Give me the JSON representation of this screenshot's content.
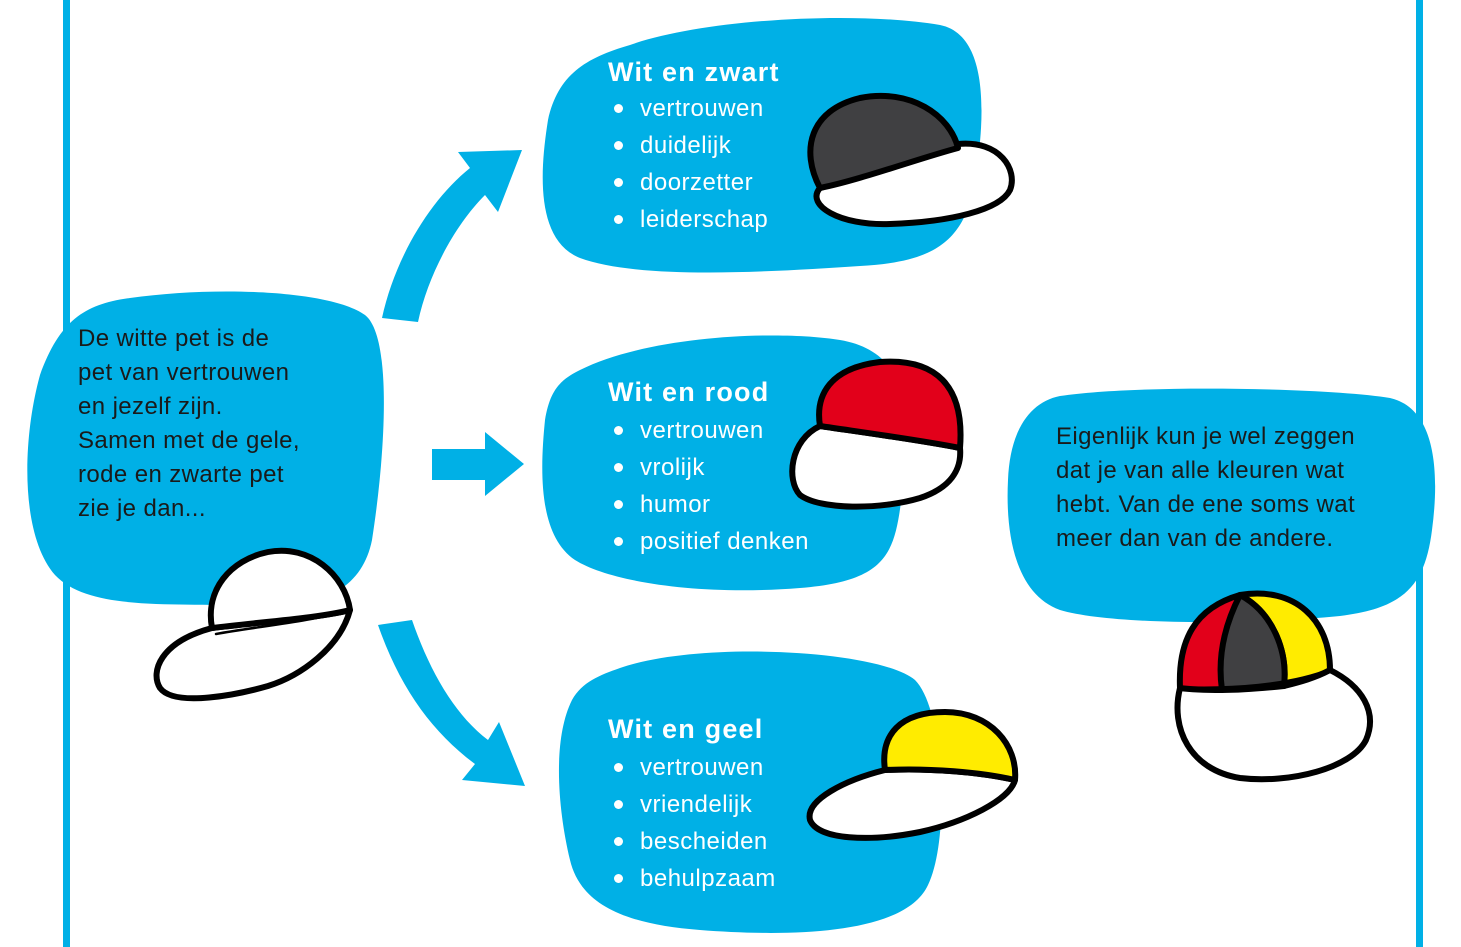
{
  "intro": {
    "lines": [
      "De witte pet is de",
      "pet van vertrouwen",
      "en jezelf zijn.",
      "Samen met de gele,",
      "rode en zwarte pet",
      "zie je dan..."
    ]
  },
  "groups": [
    {
      "title": "Wit en zwart",
      "items": [
        "vertrouwen",
        "duidelijk",
        "doorzetter",
        "leiderschap"
      ],
      "cap_color": "#404042"
    },
    {
      "title": "Wit en rood",
      "items": [
        "vertrouwen",
        "vrolijk",
        "humor",
        "positief denken"
      ],
      "cap_color": "#e2001a"
    },
    {
      "title": "Wit en geel",
      "items": [
        "vertrouwen",
        "vriendelijk",
        "bescheiden",
        "behulpzaam"
      ],
      "cap_color": "#ffec00"
    }
  ],
  "conclusion": {
    "lines": [
      "Eigenlijk kun je wel zeggen",
      "dat je van alle kleuren wat",
      "hebt. Van de ene soms wat",
      "meer dan van de andere."
    ]
  },
  "colors": {
    "accent": "#00b0e6",
    "cap_white": "#ffffff",
    "cap_black": "#404042",
    "cap_red": "#e2001a",
    "cap_yellow": "#ffec00",
    "outline": "#000000"
  },
  "icons": [
    "white-cap-icon",
    "black-cap-icon",
    "red-cap-icon",
    "yellow-cap-icon",
    "multicolor-cap-icon",
    "arrow-icon"
  ]
}
